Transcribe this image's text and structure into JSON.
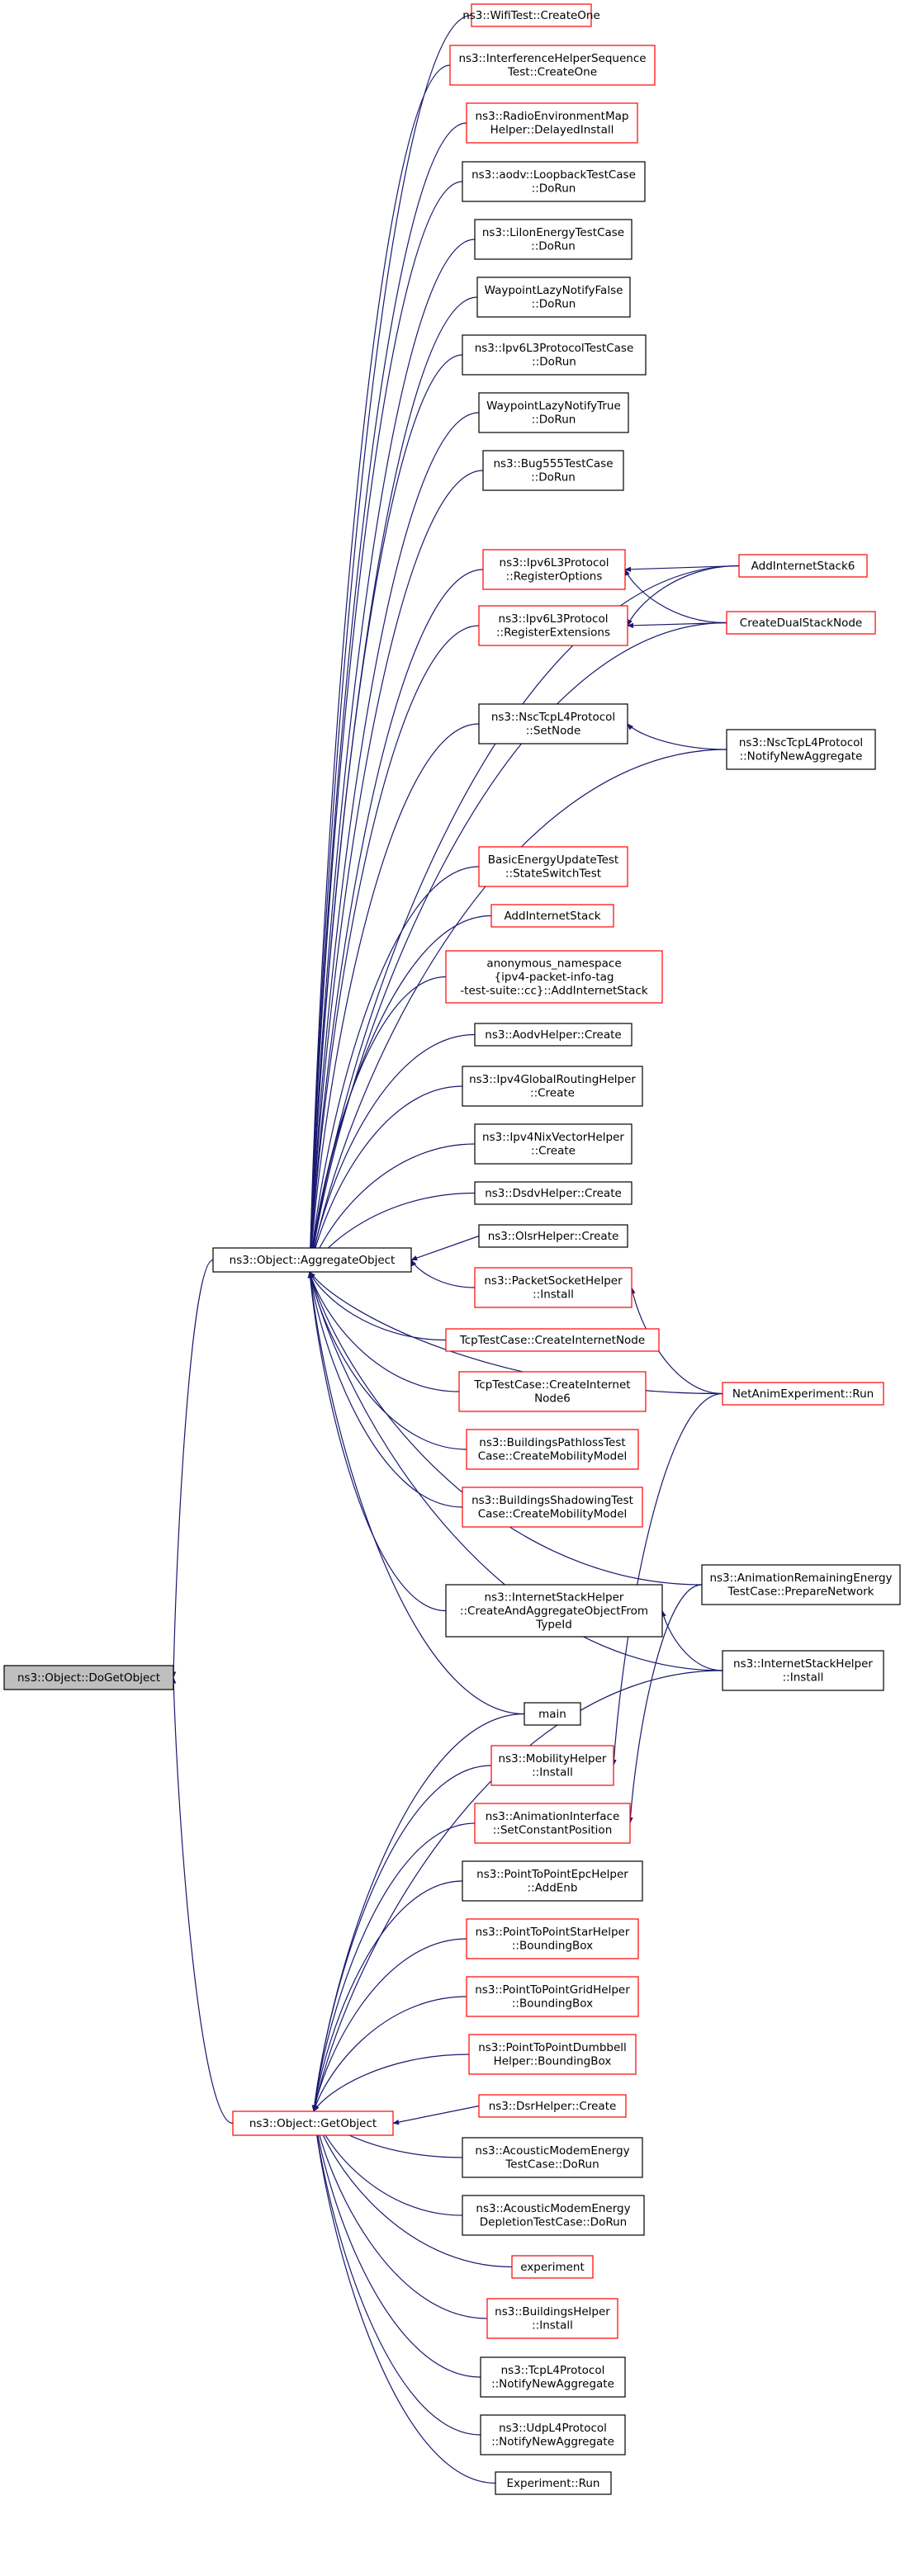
{
  "nodes": {
    "doget": {
      "lines": [
        "ns3::Object::DoGetObject"
      ],
      "style": "root"
    },
    "aggregate": {
      "lines": [
        "ns3::Object::AggregateObject"
      ],
      "style": "black"
    },
    "getobject": {
      "lines": [
        "ns3::Object::GetObject"
      ],
      "style": "red"
    },
    "wifitest": {
      "lines": [
        "ns3::WifiTest::CreateOne"
      ],
      "style": "red"
    },
    "interf": {
      "lines": [
        "ns3::InterferenceHelperSequence",
        "Test::CreateOne"
      ],
      "style": "red"
    },
    "radioenv": {
      "lines": [
        "ns3::RadioEnvironmentMap",
        "Helper::DelayedInstall"
      ],
      "style": "red"
    },
    "aodvloop": {
      "lines": [
        "ns3::aodv::LoopbackTestCase",
        "::DoRun"
      ],
      "style": "black"
    },
    "liion": {
      "lines": [
        "ns3::LiIonEnergyTestCase",
        "::DoRun"
      ],
      "style": "black"
    },
    "wplazyfalse": {
      "lines": [
        "WaypointLazyNotifyFalse",
        "::DoRun"
      ],
      "style": "black"
    },
    "ipv6l3test": {
      "lines": [
        "ns3::Ipv6L3ProtocolTestCase",
        "::DoRun"
      ],
      "style": "black"
    },
    "wplazytrue": {
      "lines": [
        "WaypointLazyNotifyTrue",
        "::DoRun"
      ],
      "style": "black"
    },
    "bug555": {
      "lines": [
        "ns3::Bug555TestCase",
        "::DoRun"
      ],
      "style": "black"
    },
    "regopt": {
      "lines": [
        "ns3::Ipv6L3Protocol",
        "::RegisterOptions"
      ],
      "style": "red"
    },
    "regext": {
      "lines": [
        "ns3::Ipv6L3Protocol",
        "::RegisterExtensions"
      ],
      "style": "red"
    },
    "addstack6": {
      "lines": [
        "AddInternetStack6"
      ],
      "style": "red"
    },
    "dualstack": {
      "lines": [
        "CreateDualStackNode"
      ],
      "style": "red"
    },
    "nscsetnode": {
      "lines": [
        "ns3::NscTcpL4Protocol",
        "::SetNode"
      ],
      "style": "black"
    },
    "nscnotify": {
      "lines": [
        "ns3::NscTcpL4Protocol",
        "::NotifyNewAggregate"
      ],
      "style": "black"
    },
    "basicenergy": {
      "lines": [
        "BasicEnergyUpdateTest",
        "::StateSwitchTest"
      ],
      "style": "red"
    },
    "addstack": {
      "lines": [
        "AddInternetStack"
      ],
      "style": "red"
    },
    "anon": {
      "lines": [
        "anonymous_namespace",
        "{ipv4-packet-info-tag",
        "-test-suite::cc}::AddInternetStack"
      ],
      "style": "red"
    },
    "aodvcreate": {
      "lines": [
        "ns3::AodvHelper::Create"
      ],
      "style": "black"
    },
    "ipv4global": {
      "lines": [
        "ns3::Ipv4GlobalRoutingHelper",
        "::Create"
      ],
      "style": "black"
    },
    "ipv4nix": {
      "lines": [
        "ns3::Ipv4NixVectorHelper",
        "::Create"
      ],
      "style": "black"
    },
    "dsdv": {
      "lines": [
        "ns3::DsdvHelper::Create"
      ],
      "style": "black"
    },
    "olsr": {
      "lines": [
        "ns3::OlsrHelper::Create"
      ],
      "style": "black"
    },
    "packetsocket": {
      "lines": [
        "ns3::PacketSocketHelper",
        "::Install"
      ],
      "style": "red"
    },
    "tcpnode": {
      "lines": [
        "TcpTestCase::CreateInternetNode"
      ],
      "style": "red"
    },
    "tcpnode6": {
      "lines": [
        "TcpTestCase::CreateInternet",
        "Node6"
      ],
      "style": "red"
    },
    "bldpath": {
      "lines": [
        "ns3::BuildingsPathlossTest",
        "Case::CreateMobilityModel"
      ],
      "style": "red"
    },
    "bldshadow": {
      "lines": [
        "ns3::BuildingsShadowingTest",
        "Case::CreateMobilityModel"
      ],
      "style": "red"
    },
    "netanim": {
      "lines": [
        "NetAnimExperiment::Run"
      ],
      "style": "red"
    },
    "animremain": {
      "lines": [
        "ns3::AnimationRemainingEnergy",
        "TestCase::PrepareNetwork"
      ],
      "style": "black"
    },
    "createagg": {
      "lines": [
        "ns3::InternetStackHelper",
        "::CreateAndAggregateObjectFrom",
        "TypeId"
      ],
      "style": "black"
    },
    "ishinstall": {
      "lines": [
        "ns3::InternetStackHelper",
        "::Install"
      ],
      "style": "black"
    },
    "main": {
      "lines": [
        "main"
      ],
      "style": "black"
    },
    "mobility": {
      "lines": [
        "ns3::MobilityHelper",
        "::Install"
      ],
      "style": "red"
    },
    "animiface": {
      "lines": [
        "ns3::AnimationInterface",
        "::SetConstantPosition"
      ],
      "style": "red"
    },
    "p2pepc": {
      "lines": [
        "ns3::PointToPointEpcHelper",
        "::AddEnb"
      ],
      "style": "black"
    },
    "p2pstar": {
      "lines": [
        "ns3::PointToPointStarHelper",
        "::BoundingBox"
      ],
      "style": "red"
    },
    "p2pgrid": {
      "lines": [
        "ns3::PointToPointGridHelper",
        "::BoundingBox"
      ],
      "style": "red"
    },
    "p2pdumb": {
      "lines": [
        "ns3::PointToPointDumbbell",
        "Helper::BoundingBox"
      ],
      "style": "red"
    },
    "dsr": {
      "lines": [
        "ns3::DsrHelper::Create"
      ],
      "style": "red"
    },
    "acmodem": {
      "lines": [
        "ns3::AcousticModemEnergy",
        "TestCase::DoRun"
      ],
      "style": "black"
    },
    "acdepl": {
      "lines": [
        "ns3::AcousticModemEnergy",
        "DepletionTestCase::DoRun"
      ],
      "style": "black"
    },
    "experiment": {
      "lines": [
        "experiment"
      ],
      "style": "red"
    },
    "bldinstall": {
      "lines": [
        "ns3::BuildingsHelper",
        "::Install"
      ],
      "style": "red"
    },
    "tcpl4": {
      "lines": [
        "ns3::TcpL4Protocol",
        "::NotifyNewAggregate"
      ],
      "style": "black"
    },
    "udpl4": {
      "lines": [
        "ns3::UdpL4Protocol",
        "::NotifyNewAggregate"
      ],
      "style": "black"
    },
    "exprun": {
      "lines": [
        "Experiment::Run"
      ],
      "style": "black"
    }
  },
  "edges": [
    [
      "aggregate",
      "doget"
    ],
    [
      "getobject",
      "doget"
    ],
    [
      "wifitest",
      "aggregate"
    ],
    [
      "interf",
      "aggregate"
    ],
    [
      "radioenv",
      "aggregate"
    ],
    [
      "aodvloop",
      "aggregate"
    ],
    [
      "liion",
      "aggregate"
    ],
    [
      "wplazyfalse",
      "aggregate"
    ],
    [
      "ipv6l3test",
      "aggregate"
    ],
    [
      "wplazytrue",
      "aggregate"
    ],
    [
      "bug555",
      "aggregate"
    ],
    [
      "addstack6",
      "aggregate"
    ],
    [
      "regopt",
      "aggregate"
    ],
    [
      "regext",
      "aggregate"
    ],
    [
      "dualstack",
      "aggregate"
    ],
    [
      "nscsetnode",
      "aggregate"
    ],
    [
      "nscnotify",
      "aggregate"
    ],
    [
      "netanim",
      "aggregate"
    ],
    [
      "basicenergy",
      "aggregate"
    ],
    [
      "addstack",
      "aggregate"
    ],
    [
      "anon",
      "aggregate"
    ],
    [
      "aodvcreate",
      "aggregate"
    ],
    [
      "ipv4global",
      "aggregate"
    ],
    [
      "ipv4nix",
      "aggregate"
    ],
    [
      "dsdv",
      "aggregate"
    ],
    [
      "olsr",
      "aggregate"
    ],
    [
      "packetsocket",
      "aggregate"
    ],
    [
      "tcpnode",
      "aggregate"
    ],
    [
      "tcpnode6",
      "aggregate"
    ],
    [
      "bldpath",
      "aggregate"
    ],
    [
      "bldshadow",
      "aggregate"
    ],
    [
      "animremain",
      "aggregate"
    ],
    [
      "createagg",
      "aggregate"
    ],
    [
      "ishinstall",
      "aggregate"
    ],
    [
      "main",
      "aggregate"
    ],
    [
      "addstack6",
      "regopt"
    ],
    [
      "dualstack",
      "regopt"
    ],
    [
      "addstack6",
      "regext"
    ],
    [
      "dualstack",
      "regext"
    ],
    [
      "nscnotify",
      "nscsetnode"
    ],
    [
      "netanim",
      "packetsocket"
    ],
    [
      "ishinstall",
      "createagg"
    ],
    [
      "netanim",
      "mobility"
    ],
    [
      "animremain",
      "animiface"
    ],
    [
      "main",
      "getobject"
    ],
    [
      "mobility",
      "getobject"
    ],
    [
      "animiface",
      "getobject"
    ],
    [
      "p2pepc",
      "getobject"
    ],
    [
      "p2pstar",
      "getobject"
    ],
    [
      "p2pgrid",
      "getobject"
    ],
    [
      "p2pdumb",
      "getobject"
    ],
    [
      "dsr",
      "getobject"
    ],
    [
      "acmodem",
      "getobject"
    ],
    [
      "acdepl",
      "getobject"
    ],
    [
      "experiment",
      "getobject"
    ],
    [
      "bldinstall",
      "getobject"
    ],
    [
      "tcpl4",
      "getobject"
    ],
    [
      "udpl4",
      "getobject"
    ],
    [
      "exprun",
      "getobject"
    ],
    [
      "ishinstall",
      "getobject"
    ]
  ],
  "colors": {
    "edge": "#191970",
    "red_border": "#ff0000",
    "black_border": "#000000",
    "root_fill": "#bfbfbf"
  }
}
